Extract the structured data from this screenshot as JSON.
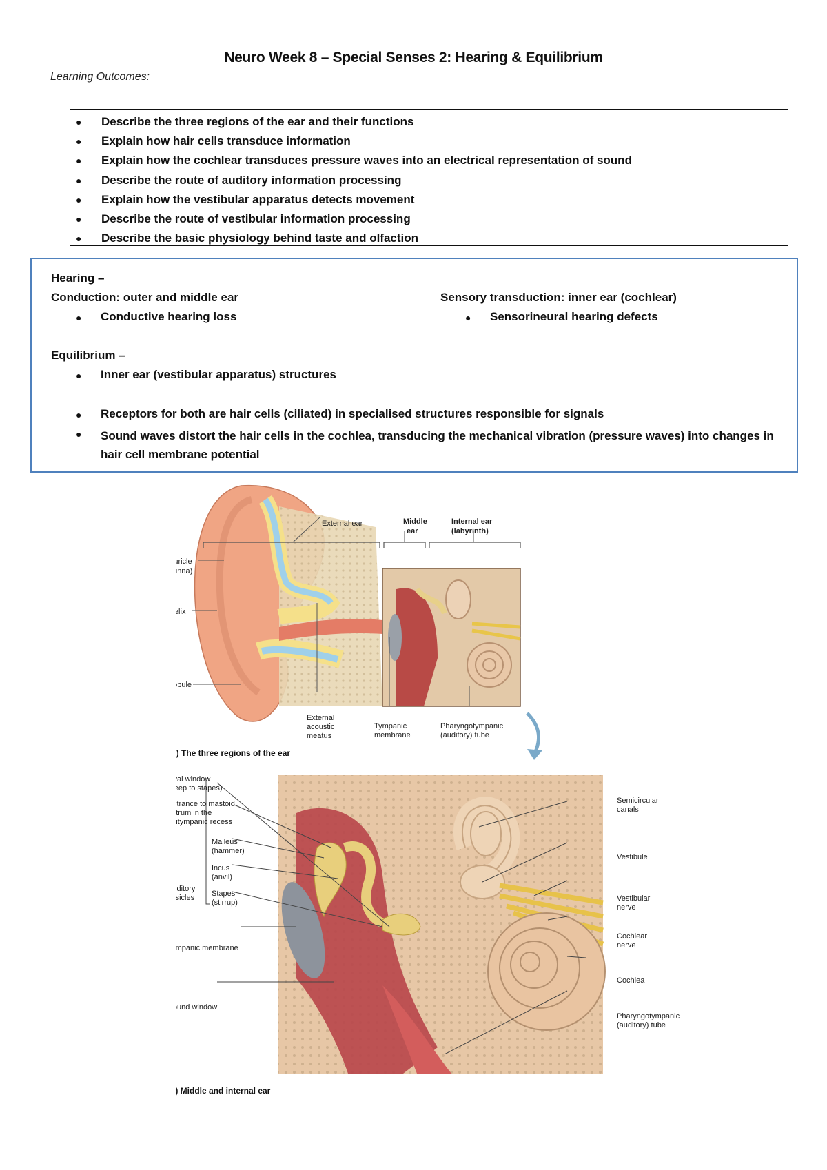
{
  "title": "Neuro Week 8 – Special Senses 2: Hearing & Equilibrium",
  "learning_outcomes_label": "Learning Outcomes:",
  "learning_outcomes": [
    "Describe the three regions of the ear and their functions",
    "Explain how hair cells transduce information",
    "Explain how the cochlear transduces pressure waves into an electrical representation of sound",
    "Describe the route of auditory information processing",
    "Explain how the vestibular apparatus detects movement",
    "Describe the route of vestibular information processing",
    "Describe the basic physiology behind taste and olfaction"
  ],
  "summary": {
    "hearing_heading": "Hearing –",
    "conduction_heading": "Conduction: outer and middle ear",
    "conduction_bullet": "Conductive hearing loss",
    "transduction_heading": "Sensory transduction: inner ear (cochlear)",
    "transduction_bullet": "Sensorineural hearing defects",
    "equilibrium_heading": "Equilibrium –",
    "equilibrium_bullet": "Inner ear (vestibular apparatus) structures",
    "bullets": [
      "Receptors for both are hair cells (ciliated) in specialised structures responsible for signals",
      "Sound waves distort the hair cells in the cochlea, transducing the mechanical vibration (pressure waves) into changes in hair cell membrane potential"
    ]
  },
  "figure_a": {
    "labels": {
      "external_ear": "External ear",
      "middle_ear": [
        "Middle",
        "ear"
      ],
      "internal_ear": [
        "Internal ear",
        "(labyrinth)"
      ],
      "auricle": [
        "Auricle",
        "(pinna)"
      ],
      "helix": "Helix",
      "lobule": "Lobule",
      "external_acoustic_meatus": [
        "External",
        "acoustic",
        "meatus"
      ],
      "tympanic_membrane": [
        "Tympanic",
        "membrane"
      ],
      "pharyngotympanic": [
        "Pharyngotympanic",
        "(auditory) tube"
      ]
    },
    "caption": "(a) The three regions of the ear"
  },
  "figure_b": {
    "labels": {
      "oval_window": [
        "Oval window",
        "(deep to stapes)"
      ],
      "entrance_mastoid": [
        "Entrance to mastoid",
        "antrum in the",
        "epitympanic recess"
      ],
      "malleus": [
        "Malleus",
        "(hammer)"
      ],
      "incus": [
        "Incus",
        "(anvil)"
      ],
      "stapes": [
        "Stapes",
        "(stirrup)"
      ],
      "auditory_ossicles": [
        "Auditory",
        "ossicles"
      ],
      "tympanic_membrane": "Tympanic membrane",
      "round_window": "Round window",
      "semicircular_canals": [
        "Semicircular",
        "canals"
      ],
      "vestibule": "Vestibule",
      "vestibular_nerve": [
        "Vestibular",
        "nerve"
      ],
      "cochlear_nerve": [
        "Cochlear",
        "nerve"
      ],
      "cochlea": "Cochlea",
      "pharyngotympanic": [
        "Pharyngotympanic",
        "(auditory) tube"
      ]
    },
    "caption": "(b) Middle and internal ear"
  }
}
